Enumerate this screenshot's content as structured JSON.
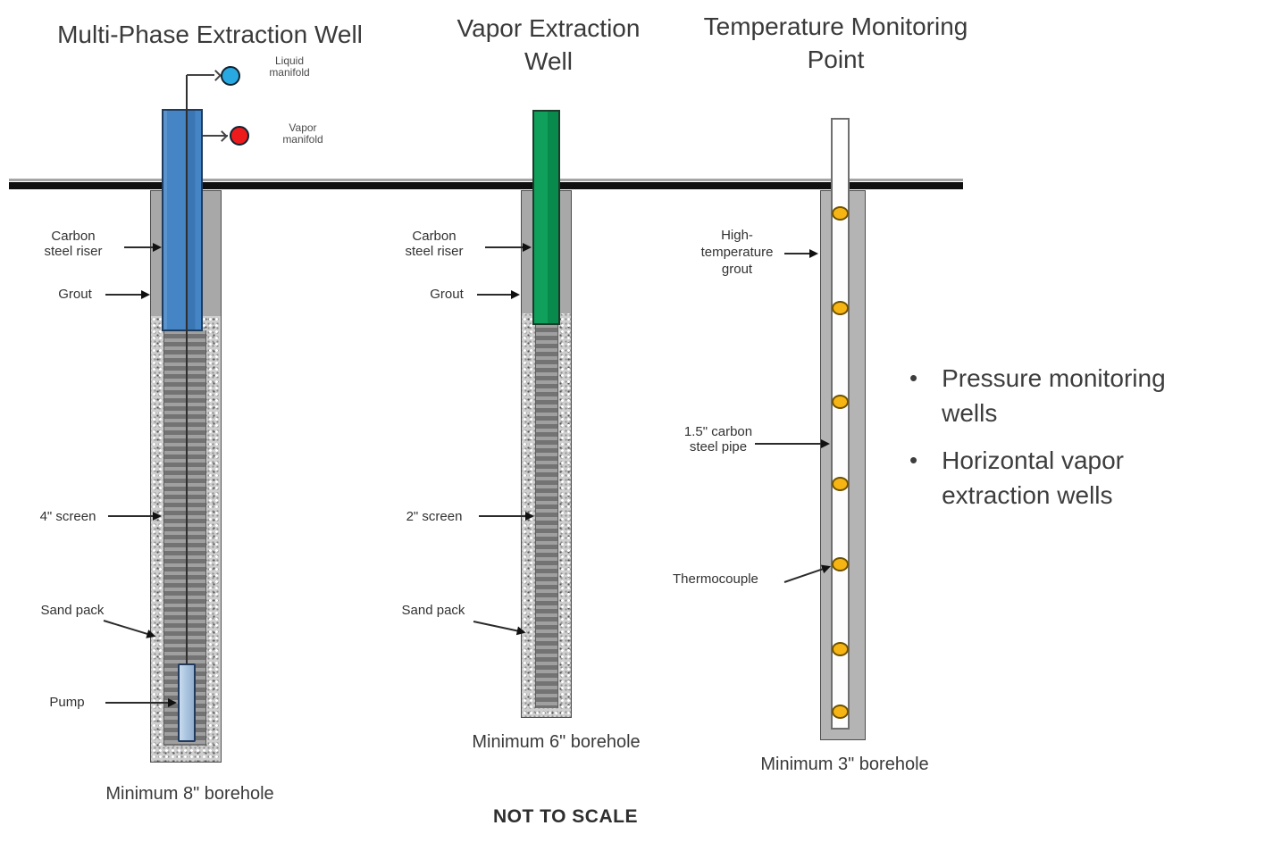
{
  "titles": {
    "well1": "Multi-Phase Extraction Well",
    "well2": "Vapor Extraction\nWell",
    "well3": "Temperature Monitoring\nPoint"
  },
  "well1": {
    "manifolds": {
      "liquid": "Liquid\nmanifold",
      "vapor": "Vapor\nmanifold"
    },
    "labels": {
      "riser": "Carbon\nsteel riser",
      "grout": "Grout",
      "screen": "4\" screen",
      "sand": "Sand pack",
      "pump": "Pump"
    },
    "caption": "Minimum 8\" borehole"
  },
  "well2": {
    "labels": {
      "riser": "Carbon\nsteel riser",
      "grout": "Grout",
      "screen": "2\" screen",
      "sand": "Sand pack"
    },
    "caption": "Minimum 6\" borehole"
  },
  "well3": {
    "labels": {
      "grout": "High-\ntemperature\ngrout",
      "pipe": "1.5\" carbon\nsteel pipe",
      "thermocouple": "Thermocouple"
    },
    "caption": "Minimum 3\" borehole",
    "thermocouple_y": [
      239,
      345,
      450,
      542,
      632,
      727,
      797
    ]
  },
  "bullets": {
    "marker": "•",
    "items": [
      "Pressure monitoring wells",
      "Horizontal vapor extraction wells"
    ]
  },
  "footnote": "NOT TO SCALE",
  "colors": {
    "ink": "#2b2b2b",
    "text": "#3a3a3a",
    "ground": "#0f0f0f",
    "grout": "#a8a8a8",
    "grout_hot": "#b4b4b4",
    "sand_base": "#cfcfcf",
    "screen_light": "#a0a0a0",
    "screen_dark": "#737373",
    "riser_blue": "#4585c5",
    "riser_blue_dark": "#3a76b4",
    "riser_green": "#0fa05c",
    "riser_green_dark": "#078a4b",
    "liquid_manifold": "#29a9e1",
    "vapor_manifold": "#ed1b1b",
    "pipe_white": "#fdfdfd",
    "pump_fill": "#aec8e2",
    "pump_border": "#203a5e",
    "thermo_fill": "#f6b513",
    "thermo_border": "#6e5200"
  }
}
